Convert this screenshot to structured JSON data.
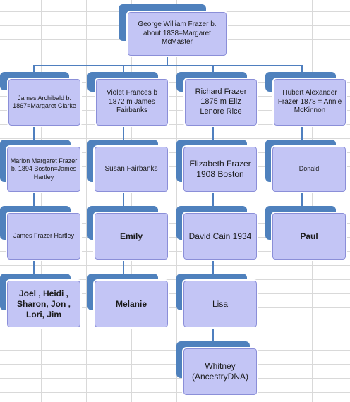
{
  "diagram": {
    "root": "George William Frazer b. about 1838=Margaret McMaster",
    "columns": [
      [
        "James Archibald b. 1867=Margaret Clarke",
        "Marion Margaret Frazer b. 1894 Boston=James Hartley",
        "James Frazer Hartley",
        "Joel , Heidi , Sharon, Jon , Lori, Jim"
      ],
      [
        "Violet Frances b 1872 m James Fairbanks",
        "Susan Fairbanks",
        "Emily",
        "Melanie"
      ],
      [
        "Richard Frazer 1875 m Eliz Lenore Rice",
        "Elizabeth Frazer 1908 Boston",
        "David Cain 1934",
        "Lisa",
        "Whitney (AncestryDNA)"
      ],
      [
        "Hubert Alexander Frazer 1878 = Annie McKinnon",
        "Donald",
        "Paul"
      ]
    ]
  }
}
